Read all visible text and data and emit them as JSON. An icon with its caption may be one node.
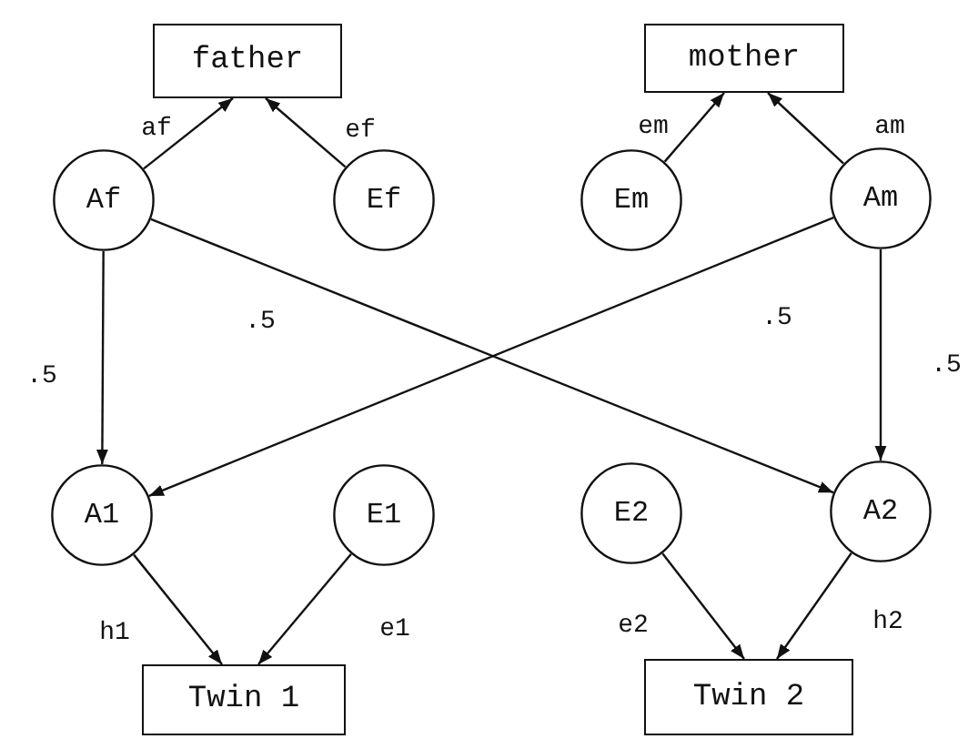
{
  "diagram": {
    "nodes": [
      {
        "text": [
          "father"
        ]
      },
      {
        "text": [
          "mother"
        ]
      },
      {
        "text": [
          "Af"
        ]
      },
      {
        "text": [
          "Ef"
        ]
      },
      {
        "text": [
          "Em"
        ]
      },
      {
        "text": [
          "Am"
        ]
      },
      {
        "text": [
          "A1"
        ]
      },
      {
        "text": [
          "E1"
        ]
      },
      {
        "text": [
          "E2"
        ]
      },
      {
        "text": [
          "A2"
        ]
      },
      {
        "text": [
          "Twin 1"
        ]
      },
      {
        "text": [
          "Twin 2"
        ]
      }
    ],
    "edges": [
      {
        "from": 2,
        "to": 0,
        "arrow": "to",
        "label": "af"
      },
      {
        "from": 3,
        "to": 0,
        "arrow": "to",
        "label": "ef"
      },
      {
        "from": 4,
        "to": 1,
        "arrow": "to",
        "label": "em"
      },
      {
        "from": 5,
        "to": 1,
        "arrow": "to",
        "label": "am"
      },
      {
        "from": 2,
        "to": 6,
        "arrow": "to",
        "label": ".5"
      },
      {
        "from": 2,
        "to": 9,
        "arrow": "to",
        "label": ".5"
      },
      {
        "from": 5,
        "to": 6,
        "arrow": "to",
        "label": ".5"
      },
      {
        "from": 5,
        "to": 9,
        "arrow": "to",
        "label": ".5"
      },
      {
        "from": 6,
        "to": 10,
        "arrow": "to",
        "label": "h1"
      },
      {
        "from": 7,
        "to": 10,
        "arrow": "to",
        "label": "e1"
      },
      {
        "from": 8,
        "to": 11,
        "arrow": "to",
        "label": "e2"
      },
      {
        "from": 9,
        "to": 11,
        "arrow": "to",
        "label": "h2"
      }
    ]
  }
}
